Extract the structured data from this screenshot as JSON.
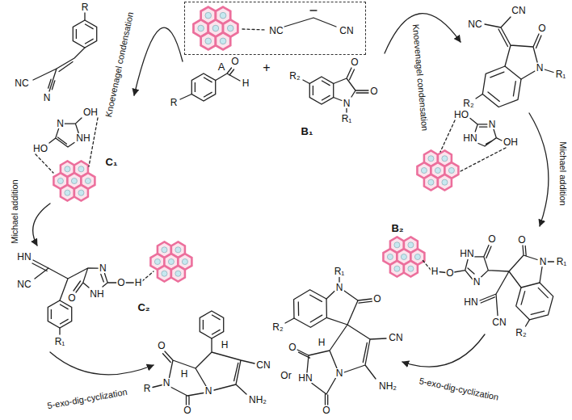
{
  "diagram": {
    "nodes": [
      {
        "text": [
          "NC",
          "CN",
          "A"
        ]
      }
    ],
    "labels": [
      "Knoevenagel condensation",
      "R",
      "NC",
      "N",
      "N",
      "OH",
      "NH",
      "HO",
      "C₁",
      "+",
      "R",
      "O",
      "H",
      "R₂",
      "O",
      "O",
      "N",
      "R₁",
      "B₁",
      "Knoevenagel condensation",
      "NC",
      "CN",
      "O",
      "N",
      "R₁",
      "R₂",
      "HO",
      "N",
      "HN",
      "OH",
      "Michael addition",
      "HN",
      "NC",
      "N",
      "NH",
      "O",
      "O",
      "H",
      "R₁",
      "C₂",
      "Michael addition",
      "B₂",
      "H",
      "O",
      "HN",
      "O",
      "N",
      "O",
      "N",
      "R₁",
      "HN",
      "CN",
      "R₂",
      "5-exo-dig-cyclization",
      "5-exo-dig-cyclization",
      "H",
      "H",
      "O",
      "N",
      "R",
      "O",
      "N",
      "CN",
      "NH₂",
      "Or",
      "R₁",
      "N",
      "O",
      "R₂",
      "H",
      "O",
      "HN",
      "O",
      "N",
      "CN",
      "NH₂"
    ]
  }
}
